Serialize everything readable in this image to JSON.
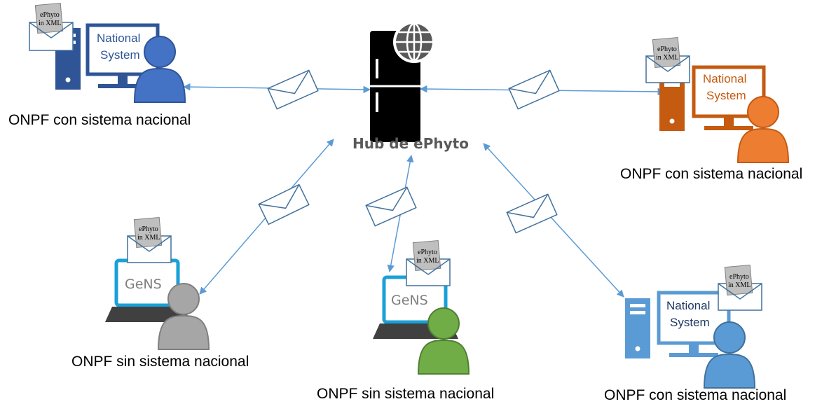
{
  "hub": {
    "label": "Hub de ePhyto"
  },
  "envelope_doc": {
    "line1": "ePhyto",
    "line2": "in XML"
  },
  "national_screen": {
    "line1": "National",
    "line2": "System"
  },
  "gens_screen": {
    "text": "GeNS"
  },
  "nodes": [
    {
      "id": "top-left",
      "label": "ONPF con sistema nacional",
      "type": "national",
      "color": "#2f5597",
      "person_color": "#4472c4"
    },
    {
      "id": "top-right",
      "label": "ONPF con sistema nacional",
      "type": "national",
      "color": "#c55a11",
      "person_color": "#ed7d31"
    },
    {
      "id": "bottom-left",
      "label": "ONPF sin sistema nacional",
      "type": "gens",
      "color": "#1aa0d8",
      "person_color": "#a6a6a6"
    },
    {
      "id": "bottom-center",
      "label": "ONPF sin sistema nacional",
      "type": "gens",
      "color": "#1aa0d8",
      "person_color": "#70ad47"
    },
    {
      "id": "bottom-right",
      "label": "ONPF con sistema nacional",
      "type": "national",
      "color": "#5b9bd5",
      "person_color": "#5b9bd5"
    }
  ],
  "colors": {
    "connector": "#5b9bd5",
    "envelope_stroke": "#41719c",
    "hub": "#000000"
  }
}
